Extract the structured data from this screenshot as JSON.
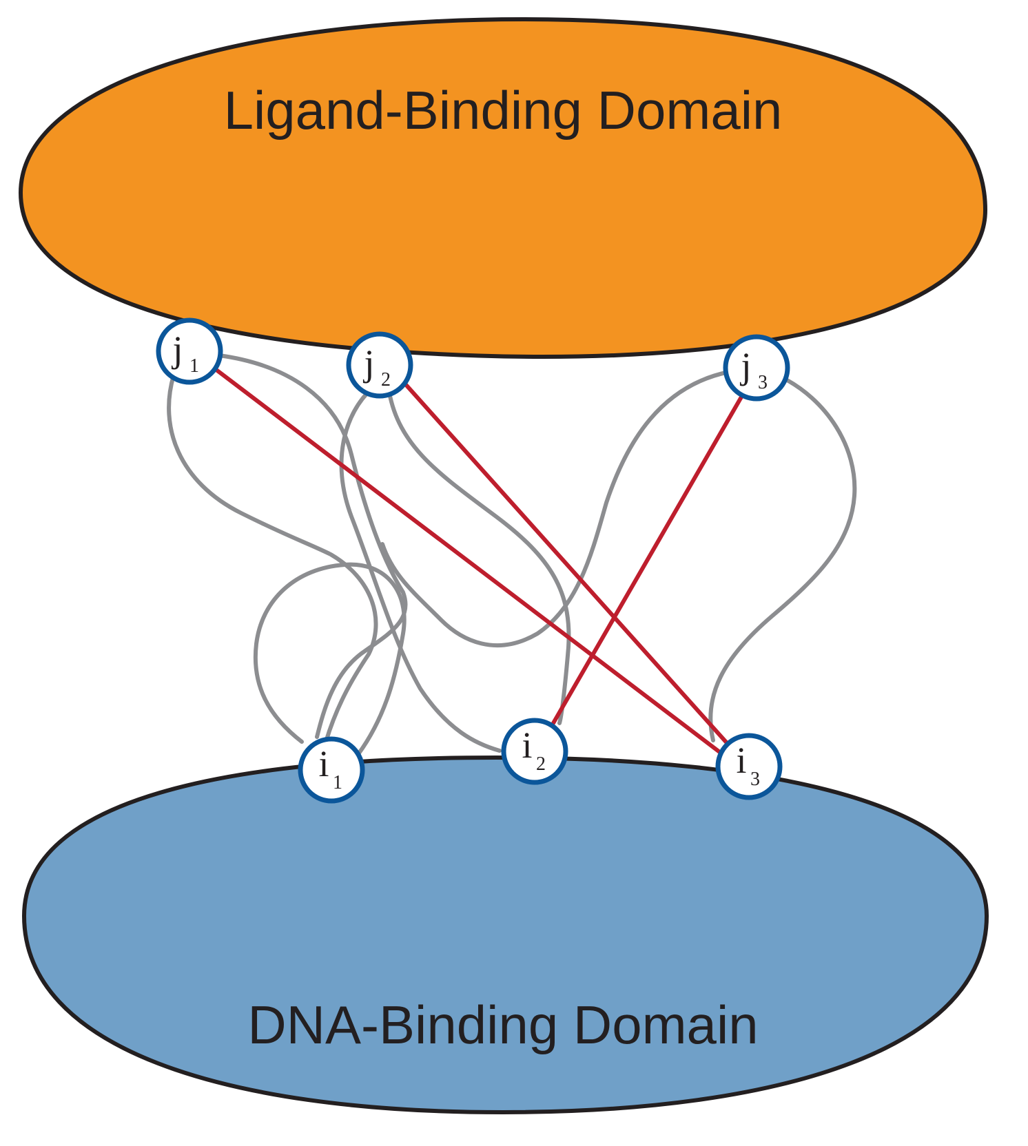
{
  "domains": {
    "ligand": {
      "label": "Ligand-Binding Domain",
      "fill": "#f39321",
      "stroke": "#231f20"
    },
    "dna": {
      "label": "DNA-Binding Domain",
      "fill": "#70a0c8",
      "stroke": "#231f20"
    }
  },
  "nodes": {
    "j1": {
      "letter": "j",
      "sub": "1"
    },
    "j2": {
      "letter": "j",
      "sub": "2"
    },
    "j3": {
      "letter": "j",
      "sub": "3"
    },
    "i1": {
      "letter": "i",
      "sub": "1"
    },
    "i2": {
      "letter": "i",
      "sub": "2"
    },
    "i3": {
      "letter": "i",
      "sub": "3"
    }
  },
  "colors": {
    "node_border": "#0b569a",
    "node_fill": "#ffffff",
    "red_link": "#be1e2d",
    "gray_link": "#8c8d90"
  },
  "red_links": [
    {
      "from": "j1",
      "to": "i3"
    },
    {
      "from": "j2",
      "to": "i3"
    },
    {
      "from": "j3",
      "to": "i2"
    }
  ]
}
